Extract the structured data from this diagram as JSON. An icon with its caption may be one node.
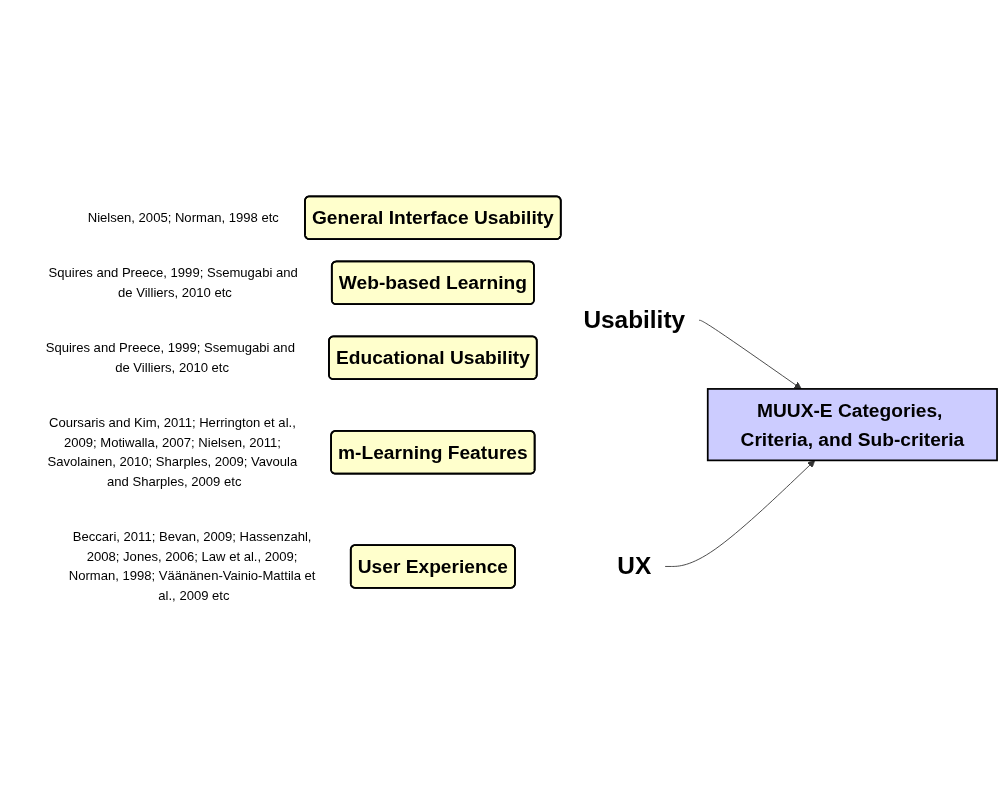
{
  "diagram": {
    "nodes": [
      {
        "text": [
          "General Interface Usability"
        ],
        "beside": [
          "Nielsen, 2005; Norman, 1998 etc"
        ]
      },
      {
        "text": [
          "Web-based Learning"
        ],
        "beside": [
          "Squires and Preece, 1999; Ssemugabi and de Villiers, 2010 etc"
        ]
      },
      {
        "text": [
          "Educational Usability"
        ],
        "beside": [
          "Squires and Preece, 1999; Ssemugabi and de Villiers, 2010 etc"
        ]
      },
      {
        "text": [
          "m-Learning Features"
        ],
        "beside": [
          "Coursaris and Kim, 2011; Herrington et al., 2009; Motiwalla, 2007; Nielsen, 2011; Savolainen, 2010; Sharples, 2009; Vavoula and Sharples, 2009 etc"
        ]
      },
      {
        "text": [
          "User Experience"
        ],
        "beside": [
          "Beccari, 2011; Bevan, 2009; Hassenzahl, 2008; Jones, 2006; Law et al., 2009; Norman, 1998; Väänänen-Vainio-Mattila et al., 2009 etc"
        ]
      },
      {
        "text": [
          "Usability"
        ]
      },
      {
        "text": [
          "MUUX-E Categories, Criteria, and Sub-criteria"
        ]
      },
      {
        "text": [
          "UX"
        ]
      }
    ],
    "edges": [
      {
        "from": 5,
        "to": 6,
        "arrow": "to"
      },
      {
        "from": 7,
        "to": 6,
        "arrow": "to"
      }
    ]
  }
}
